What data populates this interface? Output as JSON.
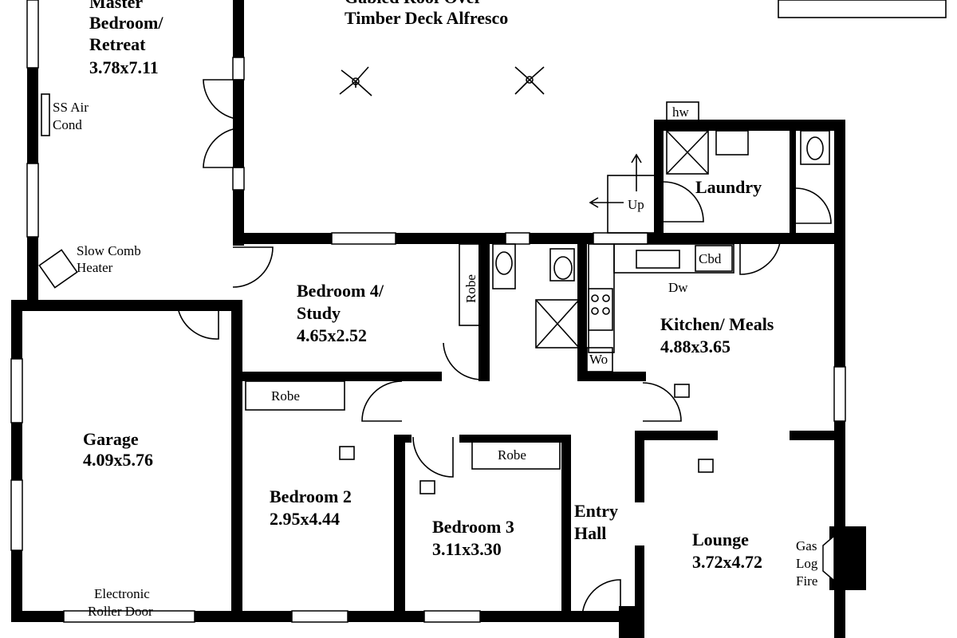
{
  "rooms": {
    "master": {
      "name_line1": "Master",
      "name_line2": "Bedroom/",
      "name_line3": "Retreat",
      "size": "3.78x7.11"
    },
    "alfresco": {
      "name_line1": "Gabled Roof Over",
      "name_line2": "Timber Deck Alfresco"
    },
    "bedroom4": {
      "name_line1": "Bedroom 4/",
      "name_line2": "Study",
      "size": "4.65x2.52"
    },
    "kitchen": {
      "name": "Kitchen/ Meals",
      "size": "4.88x3.65"
    },
    "laundry": {
      "name": "Laundry"
    },
    "garage": {
      "name": "Garage",
      "size": "4.09x5.76"
    },
    "bedroom2": {
      "name": "Bedroom 2",
      "size": "2.95x4.44"
    },
    "bedroom3": {
      "name": "Bedroom 3",
      "size": "3.11x3.30"
    },
    "entry": {
      "name_line1": "Entry",
      "name_line2": "Hall"
    },
    "lounge": {
      "name": "Lounge",
      "size": "3.72x4.72"
    }
  },
  "labels": {
    "ss_air_line1": "SS Air",
    "ss_air_line2": "Cond",
    "heater_line1": "Slow Comb",
    "heater_line2": "Heater",
    "robe": "Robe",
    "up": "Up",
    "hw": "hw",
    "cbd": "Cbd",
    "dw": "Dw",
    "wo": "Wo",
    "roller_line1": "Electronic",
    "roller_line2": "Roller Door",
    "gas_line1": "Gas",
    "gas_line2": "Log",
    "gas_line3": "Fire"
  },
  "colors": {
    "wall": "#000000",
    "background": "#ffffff"
  }
}
